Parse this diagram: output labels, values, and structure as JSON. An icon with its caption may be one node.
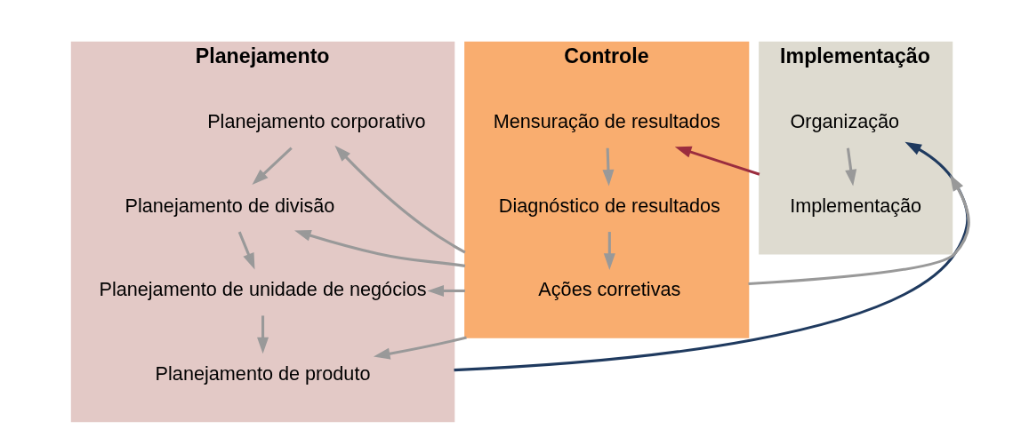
{
  "diagram": {
    "nodes": [
      {
        "text": [
          "Planejamento"
        ]
      },
      {
        "text": [
          "Planejamento corporativo"
        ],
        "in": 0
      },
      {
        "text": [
          "Planejamento de divisão"
        ],
        "in": 0
      },
      {
        "text": [
          "Planejamento de unidade de negócios"
        ],
        "in": 0
      },
      {
        "text": [
          "Planejamento de produto"
        ],
        "in": 0
      },
      {
        "text": [
          "Implementação"
        ]
      },
      {
        "text": [
          "Organização"
        ],
        "in": 5
      },
      {
        "text": [
          "Implementação"
        ],
        "in": 5
      },
      {
        "text": [
          "Controle"
        ]
      },
      {
        "text": [
          "Mensuração de resultados"
        ],
        "in": 8
      },
      {
        "text": [
          "Diagnóstico de resultados"
        ],
        "in": 8
      },
      {
        "text": [
          "Ações corretivas"
        ],
        "in": 8
      }
    ],
    "edges": [
      {
        "from": 1,
        "to": 2,
        "arrow": "to"
      },
      {
        "from": 2,
        "to": 3,
        "arrow": "to"
      },
      {
        "from": 3,
        "to": 4,
        "arrow": "to"
      },
      {
        "from": 0,
        "to": 6,
        "arrow": "to",
        "color": "#1f3a5f"
      },
      {
        "from": 6,
        "to": 7,
        "arrow": "to"
      },
      {
        "from": 5,
        "to": 9,
        "arrow": "to",
        "color": "#9b2d3f"
      },
      {
        "from": 9,
        "to": 10,
        "arrow": "to"
      },
      {
        "from": 10,
        "to": 11,
        "arrow": "to"
      },
      {
        "from": 8,
        "to": 5,
        "arrow": "to"
      },
      {
        "from": 8,
        "to": 1,
        "arrow": "to"
      },
      {
        "from": 8,
        "to": 2,
        "arrow": "to"
      },
      {
        "from": 8,
        "to": 3,
        "arrow": "to"
      },
      {
        "from": 8,
        "to": 4,
        "arrow": "to"
      }
    ]
  }
}
